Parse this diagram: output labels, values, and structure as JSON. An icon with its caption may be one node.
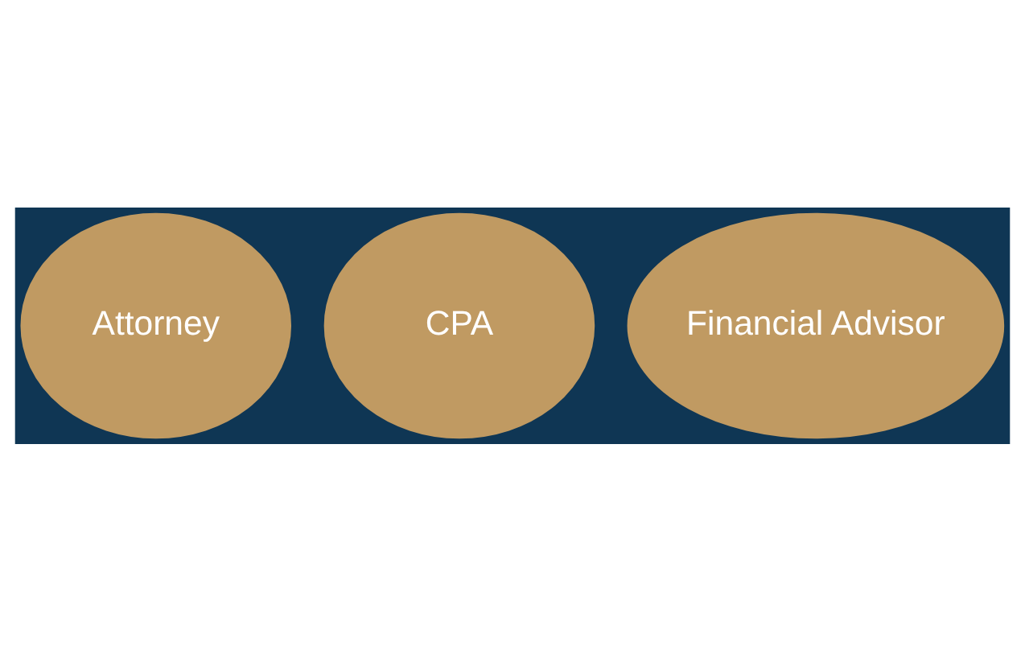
{
  "diagram": {
    "nodes": [
      {
        "text": [
          "CPA"
        ]
      },
      {
        "text": [
          "Attorney"
        ]
      },
      {
        "text": [
          "Financial Advisor"
        ]
      }
    ]
  }
}
